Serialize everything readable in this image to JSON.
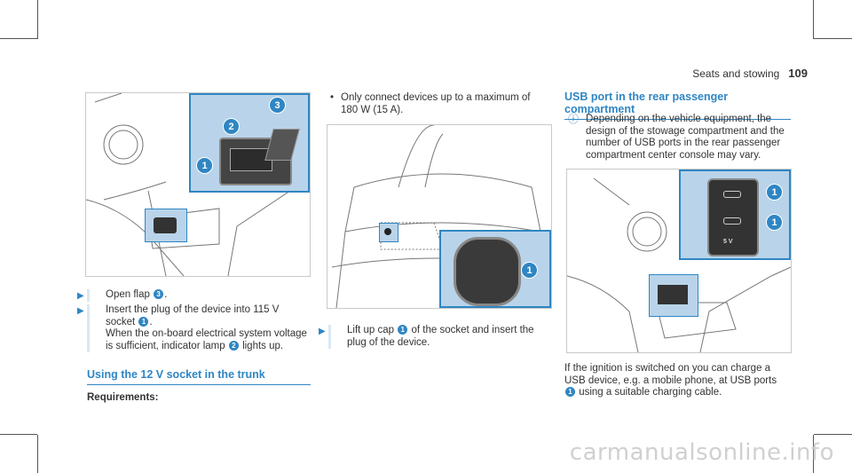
{
  "header": {
    "section": "Seats and stowing",
    "page_number": "109"
  },
  "left": {
    "figure_callouts": [
      "3",
      "2",
      "1"
    ],
    "steps": [
      {
        "text_before": "Open flap",
        "ref": "3",
        "text_after": "."
      },
      {
        "line1_before": "Insert the plug of the device into 115 V",
        "line2_before": "socket",
        "ref": "1",
        "line2_after": ".",
        "line3": "When the on-board electrical system voltage",
        "line4_before": "is sufficient, indicator lamp",
        "ref2": "2",
        "line4_after": "lights up."
      }
    ],
    "heading": "Using the 12 V socket in the trunk",
    "requirements": "Requirements:"
  },
  "middle": {
    "bullet_line1": "Only connect devices up to a maximum of",
    "bullet_line2": "180 W (15 A).",
    "figure_callout": "1",
    "step_line1_before": "Lift up cap",
    "step_ref": "1",
    "step_line1_after": "of the socket and insert the",
    "step_line2": "plug of the device."
  },
  "right": {
    "heading": "USB port in the rear passenger compartment",
    "note_lines": [
      "Depending on the vehicle equipment, the",
      "design of the stowage compartment and the",
      "number of USB ports in the rear passenger",
      "compartment center console may vary."
    ],
    "figure_callouts": [
      "1",
      "1"
    ],
    "usb_label": "5 V",
    "after_line1": "If the ignition is switched on you can charge a",
    "after_line2": "USB device, e.g. a mobile phone, at USB ports",
    "after_ref": "1",
    "after_line3": "using a suitable charging cable."
  },
  "watermark": "carmanualsonline.info",
  "colors": {
    "accent": "#2f86c3",
    "zoom_fill": "#b9d4ea"
  },
  "icons": {
    "step_arrow": "play-arrow-icon",
    "info": "info-icon",
    "bullet": "bullet-dot-icon"
  }
}
